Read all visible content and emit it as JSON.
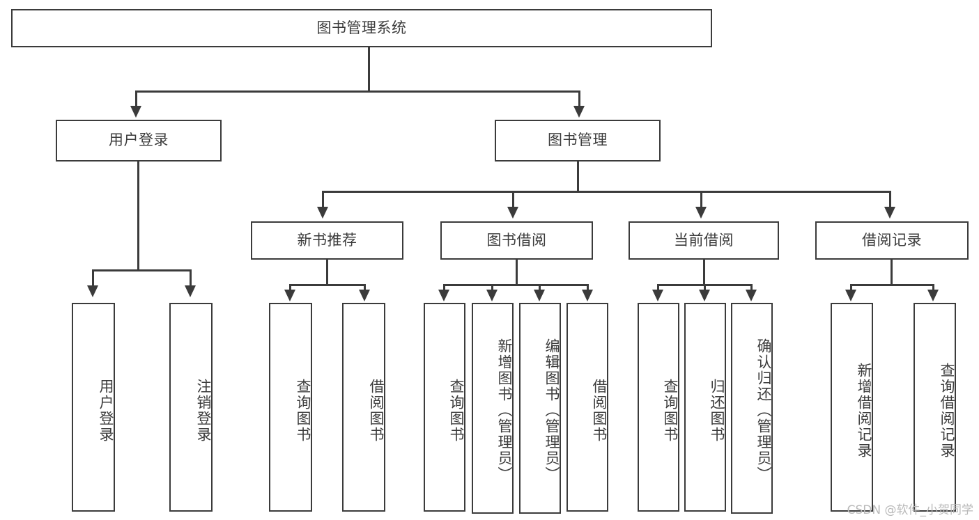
{
  "diagram": {
    "title": "图书管理系统",
    "type": "tree-hierarchy-chart",
    "watermark": "CSDN @软件_小贺同学",
    "colors": {
      "stroke": "#3b3b3b",
      "fill": "#ffffff",
      "text": "#3b3b3b",
      "watermark": "#b9b9b9"
    },
    "root": {
      "label": "图书管理系统"
    },
    "level2": [
      {
        "label": "用户登录"
      },
      {
        "label": "图书管理"
      }
    ],
    "level3": [
      {
        "label": "新书推荐"
      },
      {
        "label": "图书借阅"
      },
      {
        "label": "当前借阅"
      },
      {
        "label": "借阅记录"
      }
    ],
    "leaves": {
      "user_login": [
        {
          "label": "用户登录"
        },
        {
          "label": "注销登录"
        }
      ],
      "new_book_recommend": [
        {
          "label": "查询图书"
        },
        {
          "label": "借阅图书"
        }
      ],
      "book_borrow": [
        {
          "label": "查询图书"
        },
        {
          "label": "新增图书（管理员）"
        },
        {
          "label": "编辑图书（管理员）"
        },
        {
          "label": "借阅图书"
        }
      ],
      "current_borrow": [
        {
          "label": "查询图书"
        },
        {
          "label": "归还图书"
        },
        {
          "label": "确认归还（管理员）"
        }
      ],
      "borrow_record": [
        {
          "label": "新增借阅记录"
        },
        {
          "label": "查询借阅记录"
        }
      ]
    }
  }
}
